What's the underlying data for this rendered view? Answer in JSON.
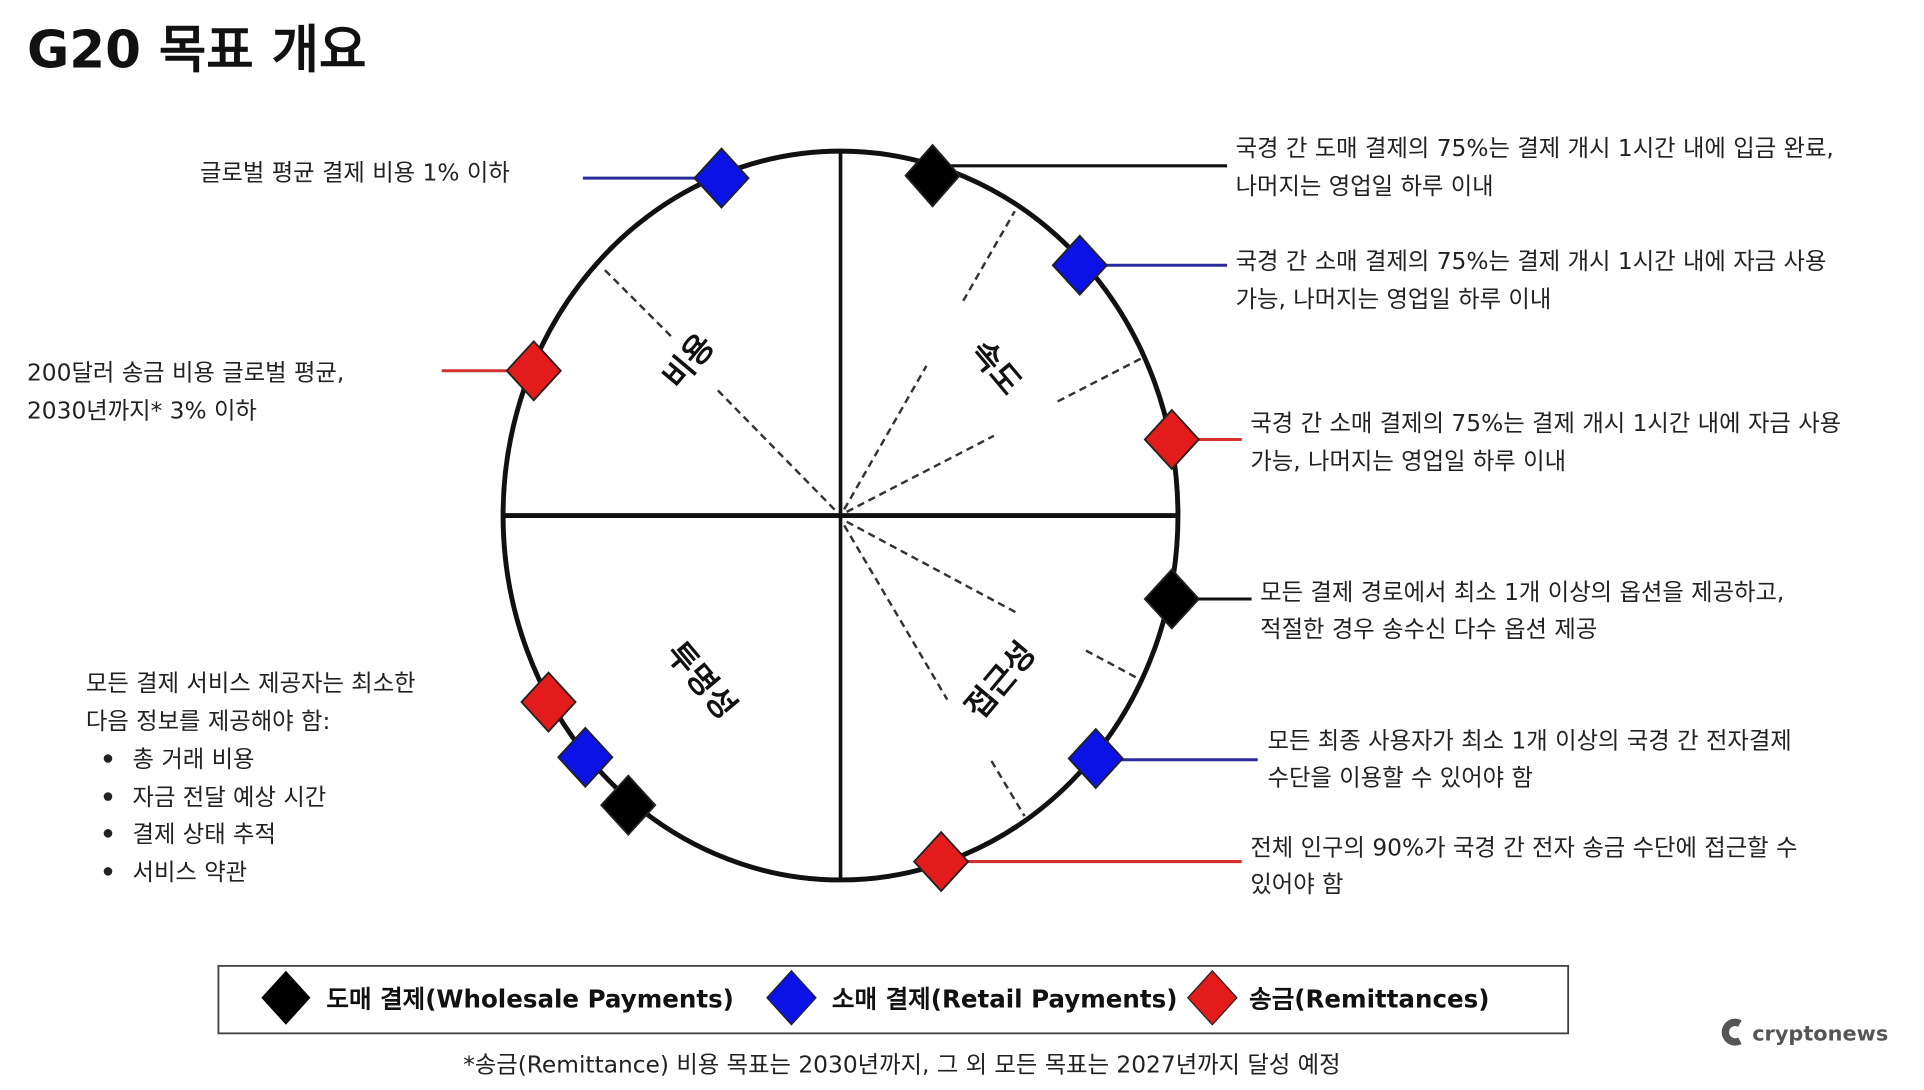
{
  "title": "G20 목표 개요",
  "colors": {
    "wholesale": "#000000",
    "retail": "#0a12e6",
    "remittance": "#e31b1b",
    "retail_line": "#2a2a9a",
    "remittance_line": "#d43030"
  },
  "quadrants": {
    "cost": "비용",
    "speed": "속도",
    "transparency": "투명성",
    "access": "접근성"
  },
  "targets": {
    "cost_retail": "글로벌 평균 결제 비용 1% 이하",
    "cost_remit": [
      "200달러 송금 비용 글로벌 평균,",
      "2030년까지* 3% 이하"
    ],
    "speed_wholesale": [
      "국경 간 도매 결제의 75%는 결제 개시 1시간 내에 입금 완료,",
      "나머지는 영업일 하루 이내"
    ],
    "speed_retail": [
      "국경 간 소매 결제의 75%는 결제 개시 1시간 내에 자금 사용",
      "가능, 나머지는 영업일 하루 이내"
    ],
    "speed_remit": [
      "국경 간 소매 결제의 75%는 결제 개시 1시간 내에 자금 사용",
      "가능, 나머지는 영업일 하루 이내"
    ],
    "access_wholesale": [
      "모든 결제 경로에서 최소 1개 이상의 옵션을 제공하고,",
      "적절한 경우 송수신 다수 옵션 제공"
    ],
    "access_retail": [
      "모든 최종 사용자가 최소 1개 이상의 국경 간 전자결제",
      "수단을 이용할 수 있어야 함"
    ],
    "access_remit": [
      "전체 인구의 90%가 국경 간 전자 송금 수단에 접근할 수",
      "있어야 함"
    ],
    "transparency": [
      "모든 결제 서비스 제공자는 최소한",
      "다음 정보를 제공해야 함:"
    ],
    "transparency_items": [
      "총 거래 비용",
      "자금 전달 예상 시간",
      "결제 상태 추적",
      "서비스 약관"
    ]
  },
  "legend": {
    "wholesale": "도매 결제(Wholesale Payments)",
    "retail": "소매 결제(Retail Payments)",
    "remittance": "송금(Remittances)"
  },
  "footnote": "*송금(Remittance) 비용 목표는 2030년까지, 그 외 모든 목표는 2027년까지 달성 예정",
  "logo": "cryptonews"
}
